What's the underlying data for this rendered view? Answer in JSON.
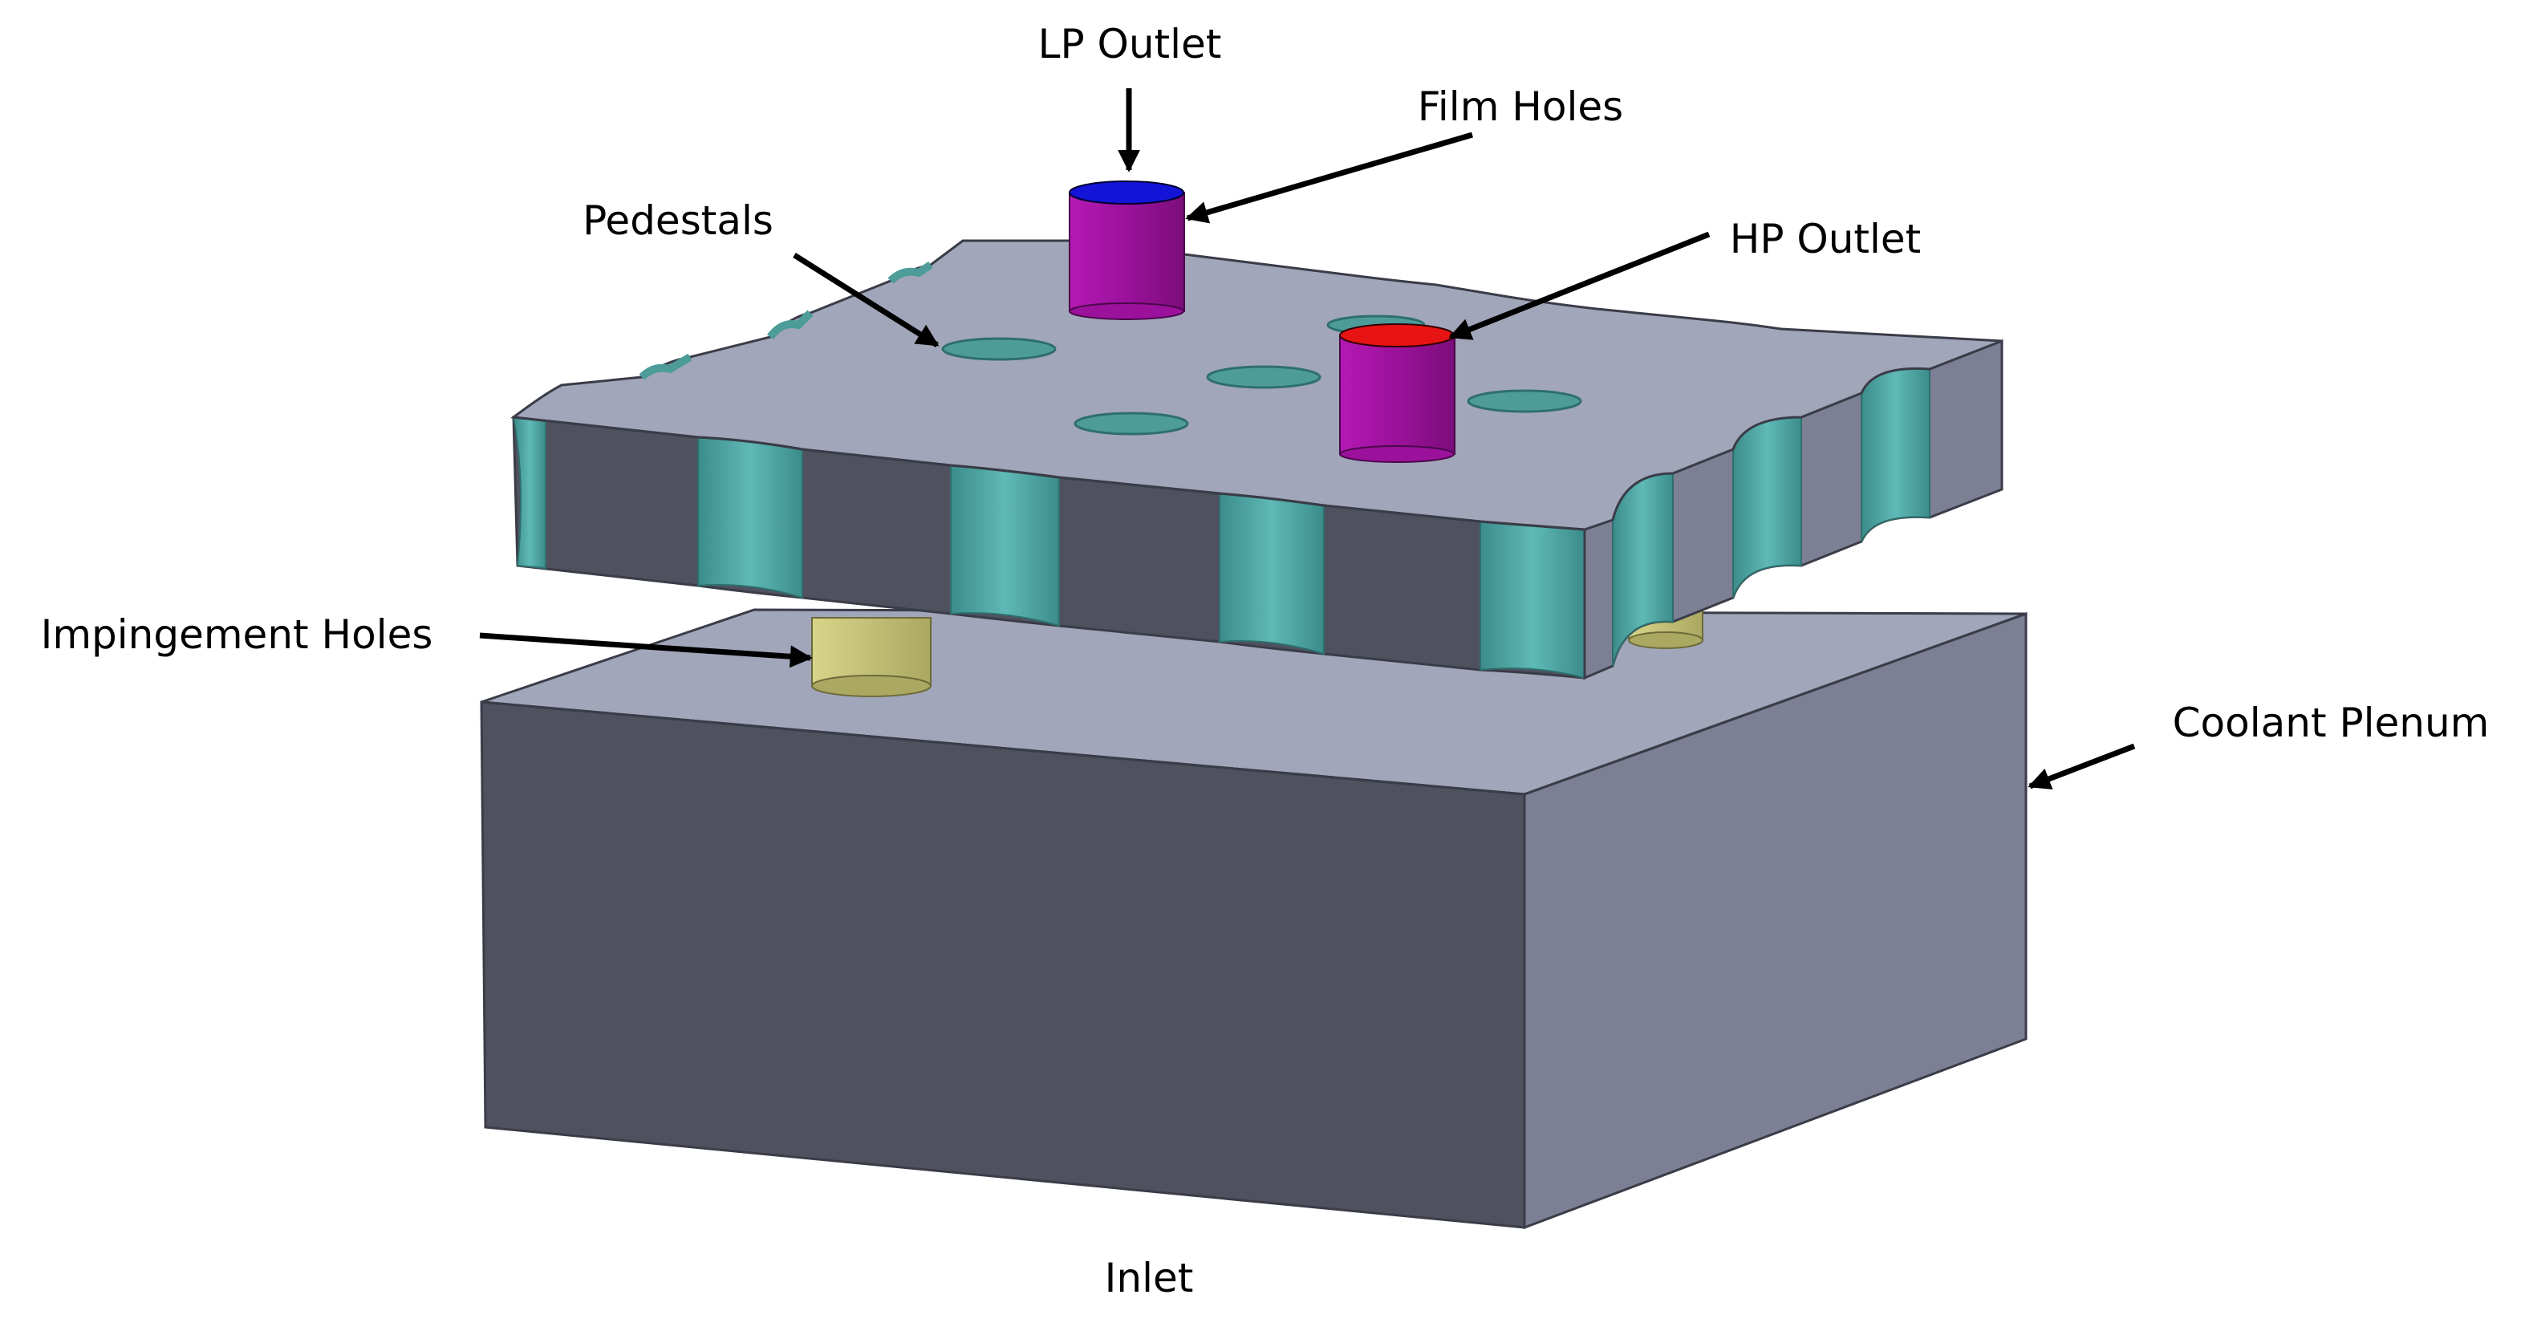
{
  "labels": {
    "lp_outlet": "LP Outlet",
    "film_holes": "Film Holes",
    "pedestals": "Pedestals",
    "hp_outlet": "HP Outlet",
    "impingement_holes": "Impingement Holes",
    "coolant_plenum": "Coolant Plenum",
    "inlet": "Inlet"
  },
  "colors": {
    "top_face": "#a2a6ba",
    "front_face": "#4f515f",
    "side_face": "#7d8095",
    "pedestal_wall": "#4fa6a4",
    "pedestal_hole": "#4d9c9a",
    "impingement_hole": "#c6c47a",
    "lp_outlet_cap": "#1414d8",
    "hp_outlet_cap": "#e81414",
    "outlet_body": "#9b119b",
    "arrow": "#000000"
  }
}
